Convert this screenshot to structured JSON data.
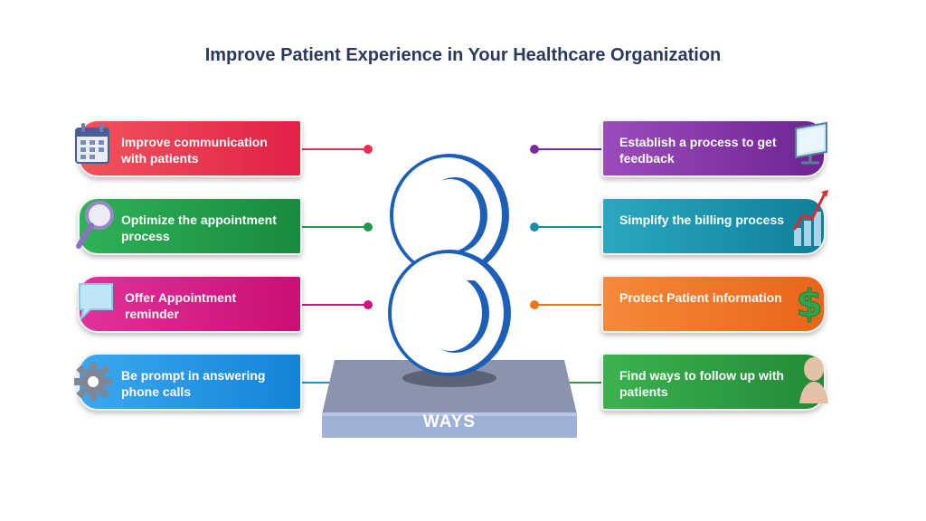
{
  "title": "Improve Patient Experience in Your Healthcare Organization",
  "center": {
    "number": "8",
    "label": "WAYS"
  },
  "left_items": [
    {
      "text": "Improve communication with patients",
      "icon": "calendar-icon",
      "color": "#e8304f"
    },
    {
      "text": "Optimize the appointment process",
      "icon": "magnifier-icon",
      "color": "#1f9a4a"
    },
    {
      "text": "Offer Appointment reminder",
      "icon": "speech-bubble-icon",
      "color": "#d1147e"
    },
    {
      "text": "Be prompt in answering phone calls",
      "icon": "gear-icon",
      "color": "#1a8fe0"
    }
  ],
  "right_items": [
    {
      "text": "Establish a process to get feedback",
      "icon": "monitor-icon",
      "color": "#7b2d9c"
    },
    {
      "text": "Simplify the billing process",
      "icon": "chart-icon",
      "color": "#178fa8"
    },
    {
      "text": "Protect Patient information",
      "icon": "dollar-icon",
      "color": "#f07420"
    },
    {
      "text": "Find ways to follow up with patients",
      "icon": "person-icon",
      "color": "#2c9a3f"
    }
  ]
}
